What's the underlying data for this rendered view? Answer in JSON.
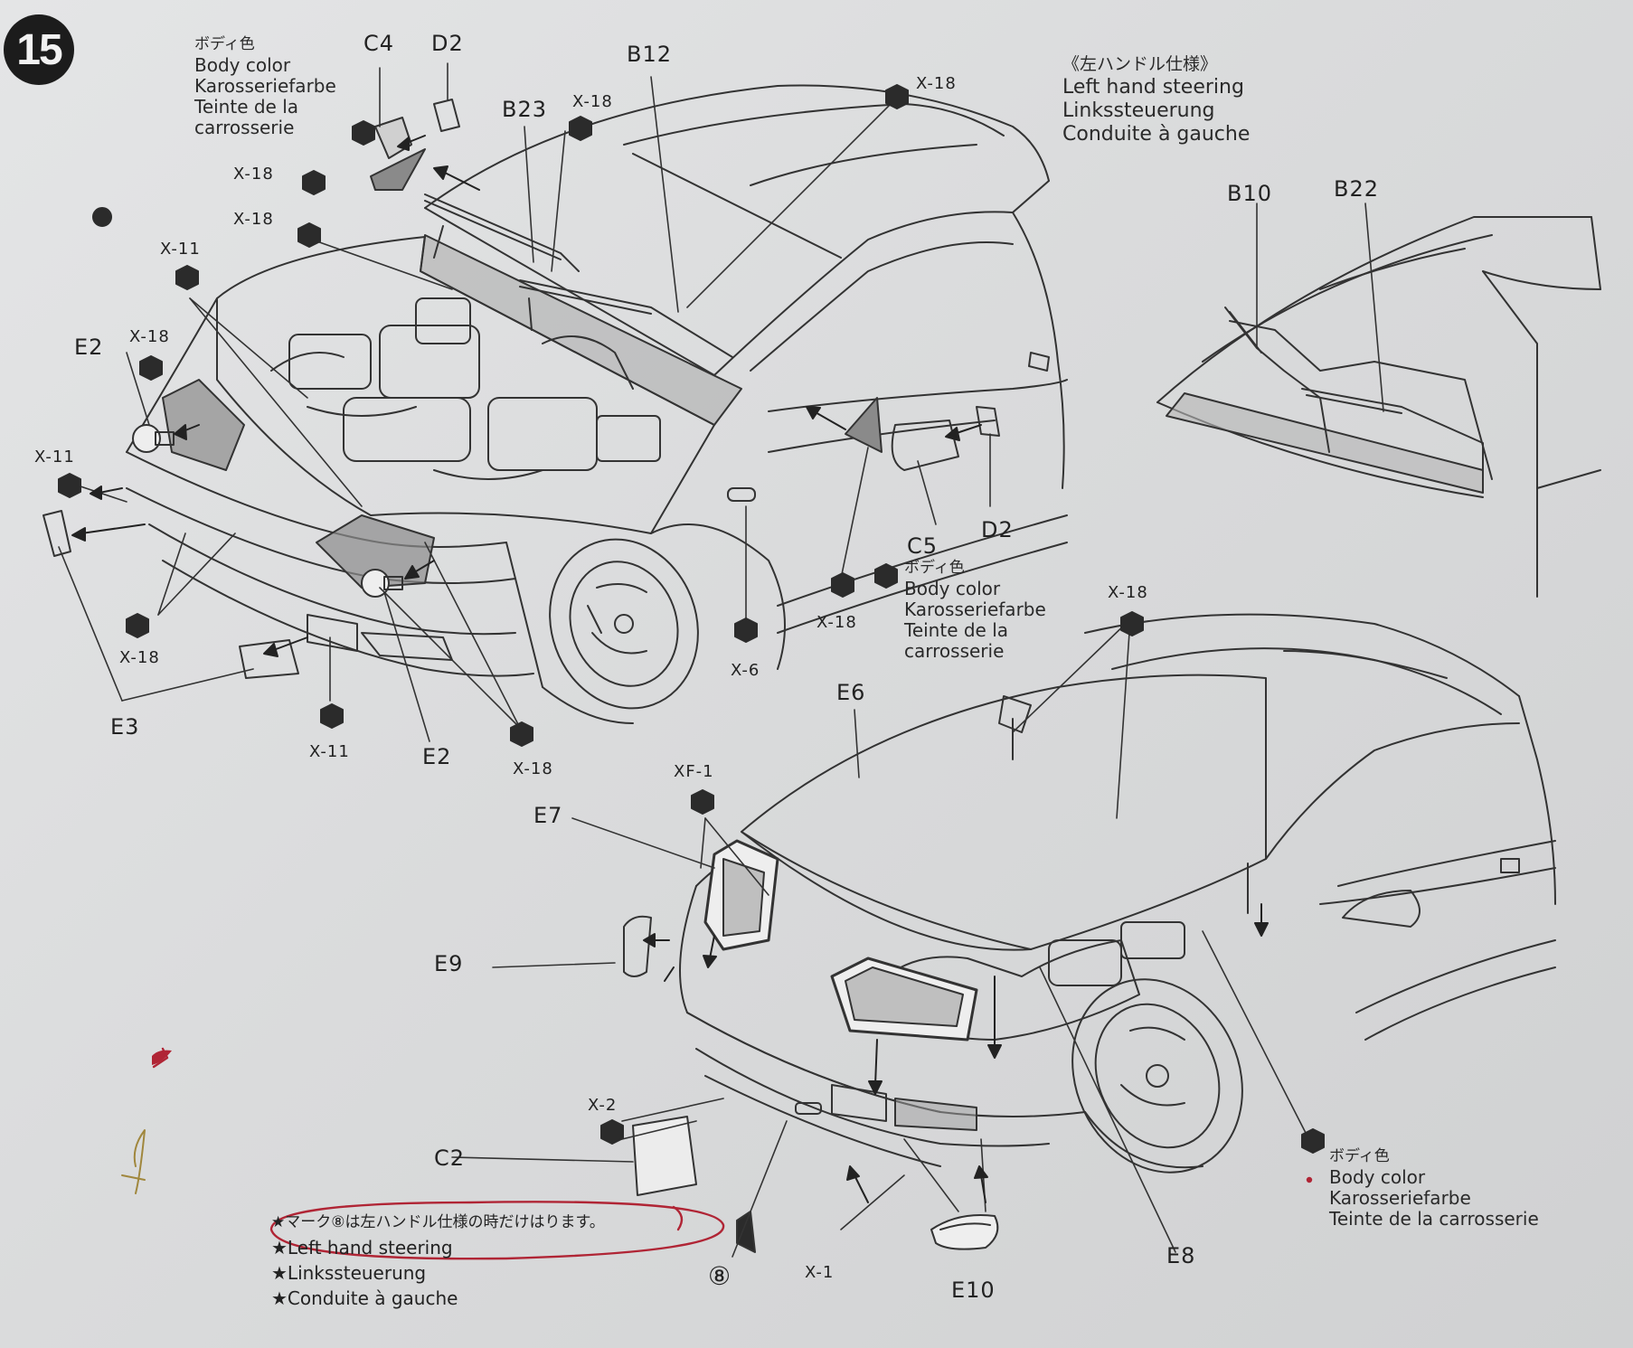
{
  "step_number": "15",
  "body_color_labels": [
    "ボディ色",
    "Body color",
    "Karosseriefarbe",
    "Teinte de la",
    "carrosserie"
  ],
  "body_color_labels_c5": [
    "ボディ色",
    "Body color",
    "Karosseriefarbe",
    "Teinte de la",
    "carrosserie"
  ],
  "body_color_labels_bottom": [
    "ボディ色",
    "Body color",
    "Karosseriefarbe",
    "Teinte de la carrosserie"
  ],
  "lhd_title": [
    "《左ハンドル仕様》",
    "Left hand steering",
    "Linkssteuerung",
    "Conduite à gauche"
  ],
  "parts": {
    "c4": "C4",
    "d2_top": "D2",
    "b12": "B12",
    "b23": "B23",
    "b10": "B10",
    "b22": "B22",
    "e2_left": "E2",
    "e2_bottom": "E2",
    "e3": "E3",
    "c5": "C5",
    "d2_mirror": "D2",
    "e6": "E6",
    "e7": "E7",
    "e9": "E9",
    "c2": "C2",
    "e10": "E10",
    "e8": "E8",
    "mark8": "⑧"
  },
  "paint_codes": {
    "x18_c4": "X-18",
    "x18_top": "X-18",
    "x18_b23": "X-18",
    "x18_mid": "X-18",
    "x18_left": "X-18",
    "x11_top": "X-11",
    "x11_left": "X-11",
    "x18_e2": "X-18",
    "x11_bottom": "X-11",
    "x18_e2b": "X-18",
    "x6": "X-6",
    "x18_c5": "X-18",
    "x18_hood": "X-18",
    "xf1": "XF-1",
    "x2": "X-2",
    "x1": "X-1"
  },
  "note": [
    "★マーク⑧は左ハンドル仕様の時だけはります。",
    "★Left hand steering",
    "★Linkssteuerung",
    "★Conduite à gauche"
  ],
  "colors": {
    "line": "#333333",
    "paint_hex": "#2b2b2b",
    "shading": "#8a8a8a",
    "annotation": "#b02535"
  }
}
